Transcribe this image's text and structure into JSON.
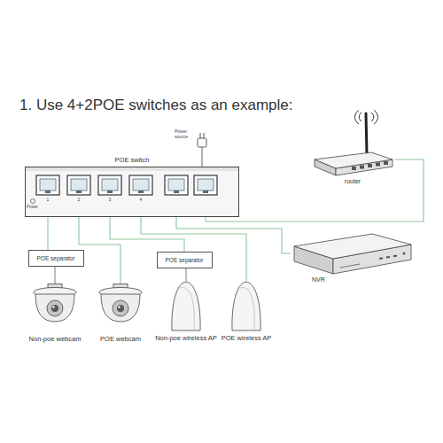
{
  "diagram": {
    "title": "1. Use 4+2POE switches as an example:",
    "nodes": [
      {
        "text": [
          "POE switch"
        ]
      },
      {
        "text": [
          "router"
        ]
      },
      {
        "text": [
          "NVR"
        ]
      },
      {
        "text": [
          "POE separator"
        ]
      },
      {
        "text": [
          "POE separator"
        ]
      },
      {
        "text": [
          "Non-poe webcam"
        ]
      },
      {
        "text": [
          "POE webcam"
        ]
      },
      {
        "text": [
          "Non-poe wireless AP"
        ]
      },
      {
        "text": [
          "POE wireless AP"
        ]
      }
    ],
    "edges": [
      {
        "from": 0,
        "to": 3,
        "arrow": "none"
      },
      {
        "from": 3,
        "to": 5,
        "arrow": "none"
      },
      {
        "from": 0,
        "to": 6,
        "arrow": "none"
      },
      {
        "from": 0,
        "to": 4,
        "arrow": "none"
      },
      {
        "from": 4,
        "to": 7,
        "arrow": "none"
      },
      {
        "from": 0,
        "to": 8,
        "arrow": "none"
      },
      {
        "from": 0,
        "to": 2,
        "arrow": "none"
      },
      {
        "from": 0,
        "to": 1,
        "arrow": "none"
      }
    ],
    "labels": [
      "Power source",
      "Power",
      "1",
      "2",
      "3",
      "4"
    ]
  }
}
